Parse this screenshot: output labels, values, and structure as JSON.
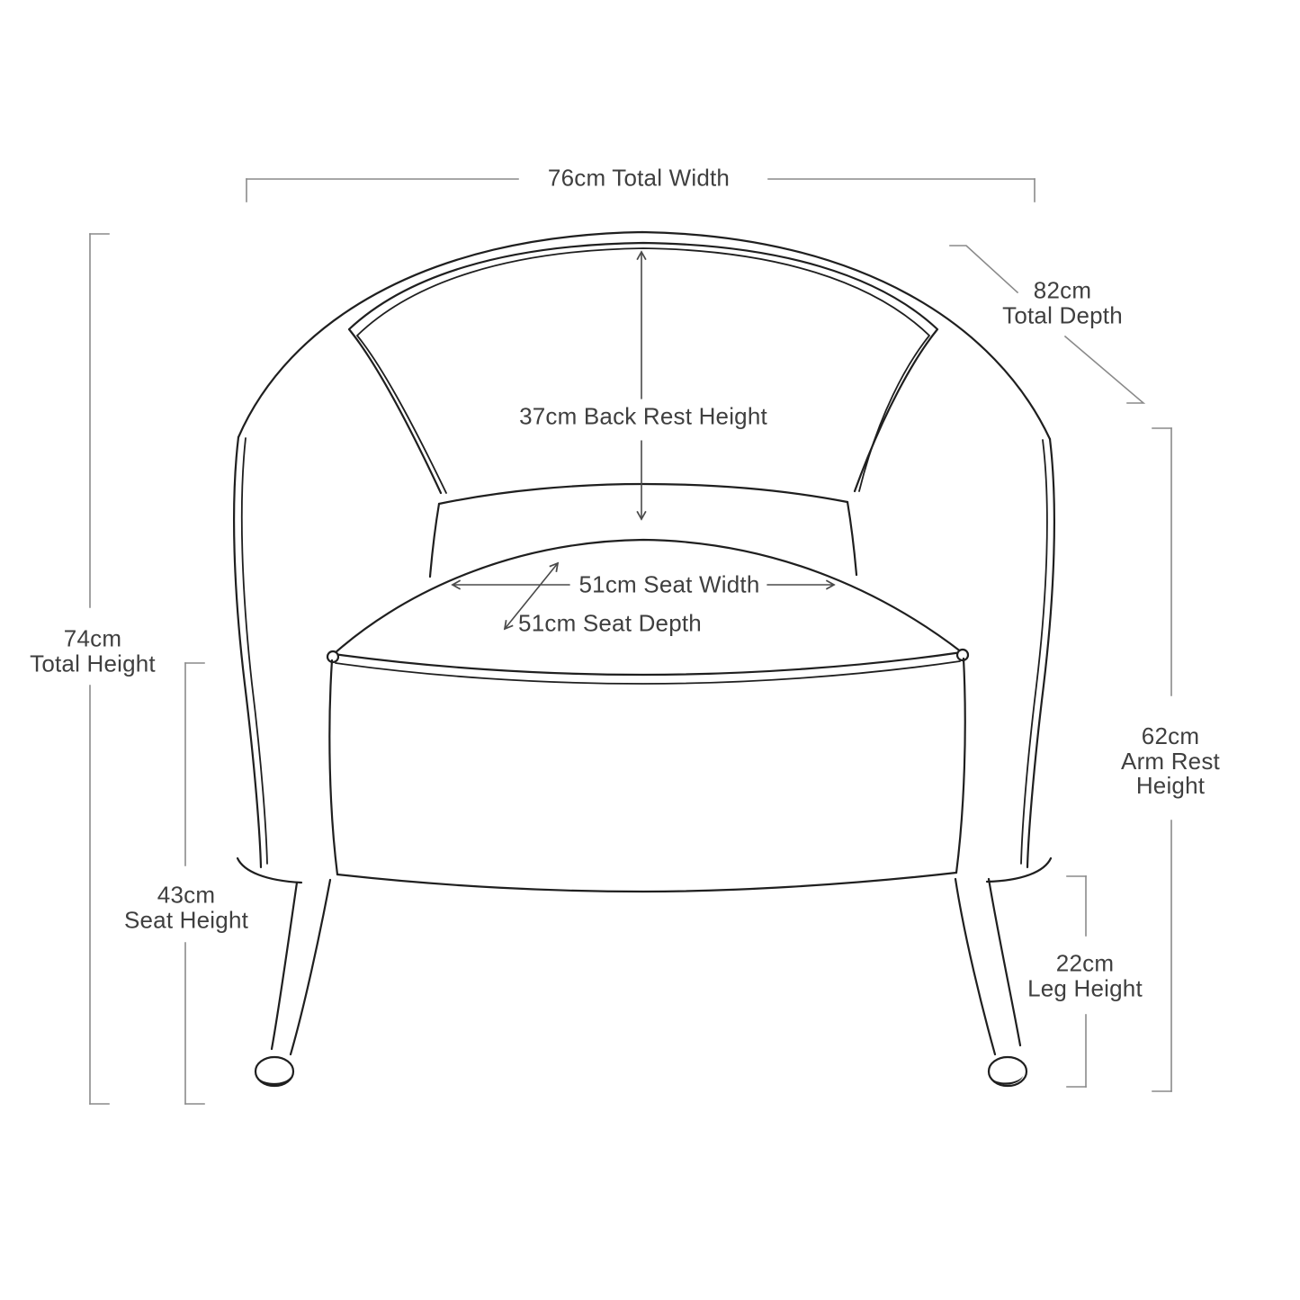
{
  "diagram": {
    "subject": "armchair-front-view-dimension-diagram",
    "unit": "cm"
  },
  "measurements": {
    "total_width": {
      "text": "76cm Total Width"
    },
    "total_depth": {
      "lines": [
        "82cm",
        "Total Depth"
      ]
    },
    "back_rest_height": {
      "text": "37cm Back Rest Height"
    },
    "seat_width": {
      "text": "51cm Seat Width"
    },
    "seat_depth": {
      "text": "51cm Seat Depth"
    },
    "total_height": {
      "lines": [
        "74cm",
        "Total Height"
      ]
    },
    "seat_height": {
      "lines": [
        "43cm",
        "Seat Height"
      ]
    },
    "arm_rest_height": {
      "lines": [
        "62cm",
        "Arm Rest",
        "Height"
      ]
    },
    "leg_height": {
      "lines": [
        "22cm",
        "Leg Height"
      ]
    }
  },
  "colors": {
    "background": "#ffffff",
    "chair_line": "#1f1f1f",
    "annotation_line": "#8a8a8a",
    "arrow_line": "#4a4a4a",
    "text": "#3f3f3f"
  }
}
